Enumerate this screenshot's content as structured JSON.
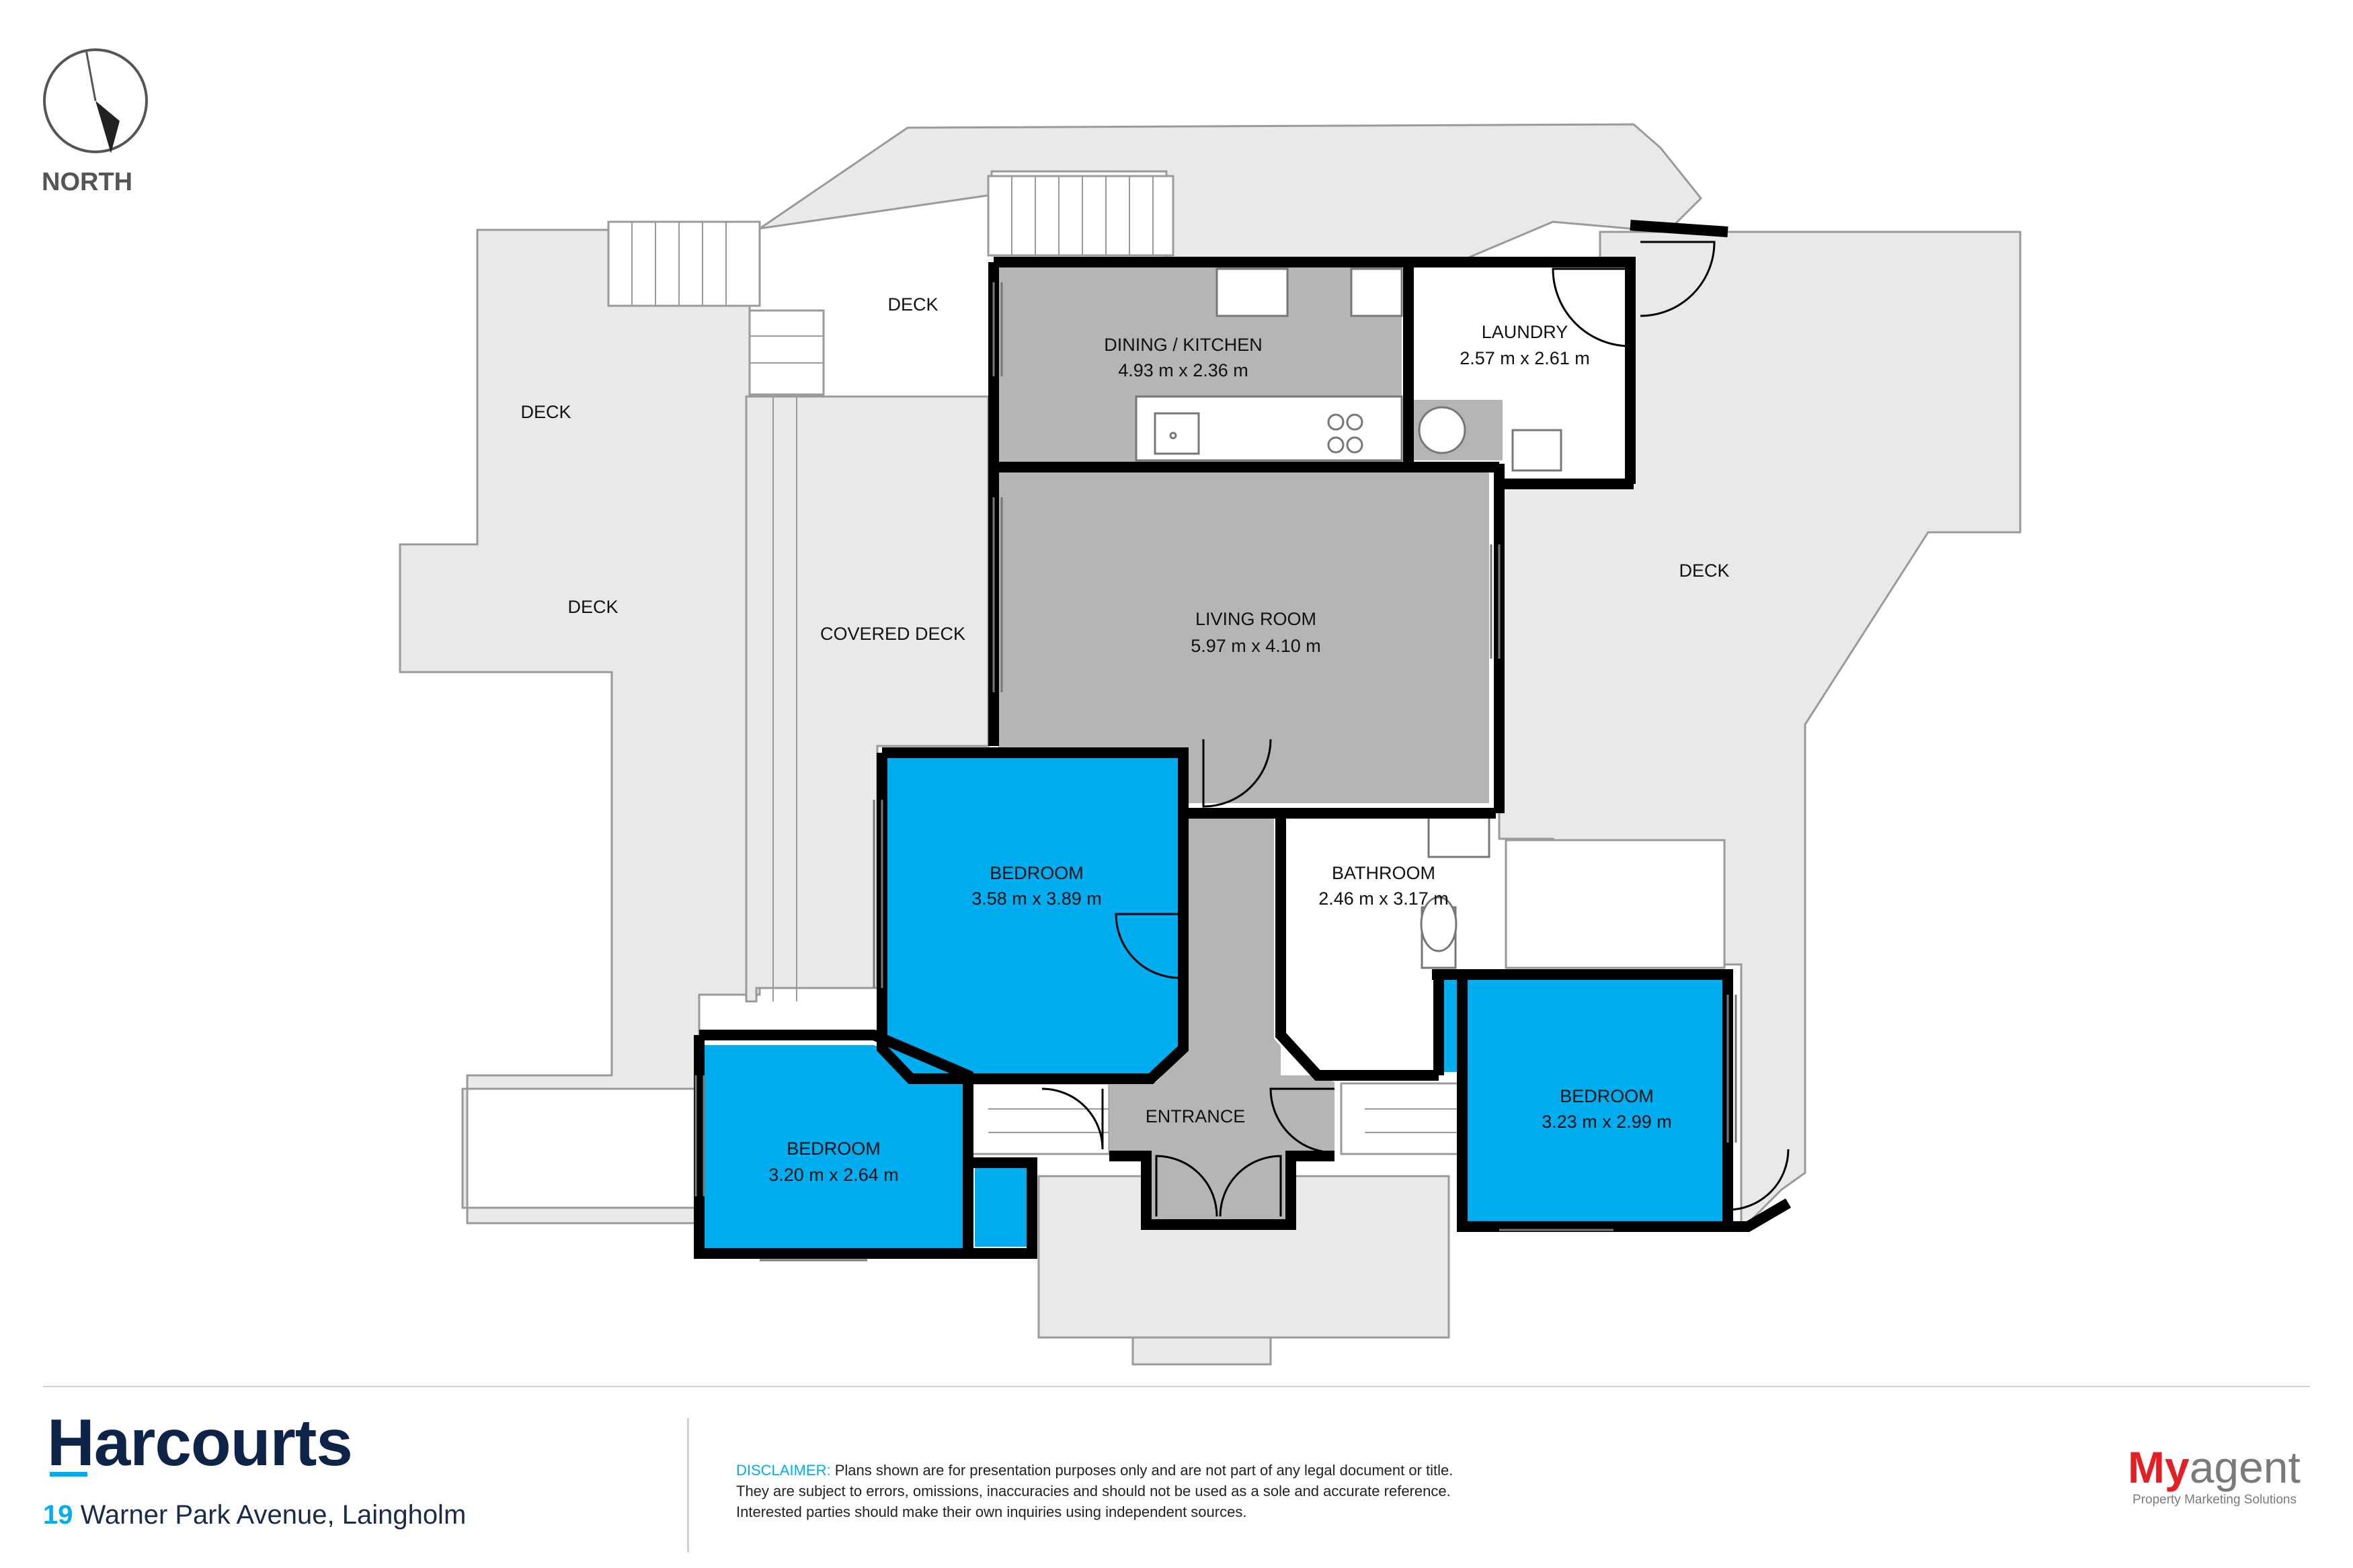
{
  "compass": {
    "label": "NORTH"
  },
  "rooms": {
    "deck_top": "DECK",
    "deck_left_upper": "DECK",
    "deck_left_lower": "DECK",
    "covered_deck": "COVERED DECK",
    "deck_right": "DECK",
    "dining_kitchen": {
      "name": "DINING / KITCHEN",
      "size": "4.93 m x 2.36 m"
    },
    "laundry": {
      "name": "LAUNDRY",
      "size": "2.57 m x 2.61 m"
    },
    "living_room": {
      "name": "LIVING ROOM",
      "size": "5.97 m x 4.10 m"
    },
    "bedroom_1": {
      "name": "BEDROOM",
      "size": "3.58 m x 3.89 m"
    },
    "bathroom": {
      "name": "BATHROOM",
      "size": "2.46 m x 3.17 m"
    },
    "bedroom_2": {
      "name": "BEDROOM",
      "size": "3.20 m x 2.64 m"
    },
    "entrance": "ENTRANCE",
    "bedroom_3": {
      "name": "BEDROOM",
      "size": "3.23 m x 2.99 m"
    }
  },
  "colors": {
    "room_blue": "#00adef",
    "room_grey": "#b5b5b5",
    "deck": "#e9e9e9",
    "wall": "#000000",
    "brand_navy": "#0d2347"
  },
  "footer": {
    "brand": "Harcourts",
    "address_number": "19",
    "address_rest": " Warner Park Avenue, Laingholm",
    "disclaimer_lead": "DISCLAIMER:",
    "disclaimer_line1": " Plans shown are for presentation purposes only and are not part of any legal document or title.",
    "disclaimer_line2": "They are subject to errors, omissions, inaccuracies and should not be used as a sole and accurate reference.",
    "disclaimer_line3": "Interested parties should make their own inquiries using independent sources.",
    "logo_my": "My",
    "logo_agent": "agent",
    "logo_tagline": "Property Marketing Solutions"
  }
}
